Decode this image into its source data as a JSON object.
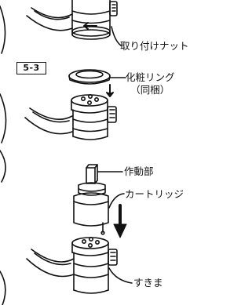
{
  "step_badge": "5-3",
  "labels": {
    "mounting_nut": "取り付けナット",
    "trim_ring": "化粧リング",
    "trim_ring_note": "（同梱）",
    "actuator": "作動部",
    "cartridge": "カートリッジ",
    "gap": "すきま"
  },
  "colors": {
    "ink": "#111111",
    "metal_fill": "#f2f2f2",
    "background": "#ffffff"
  }
}
